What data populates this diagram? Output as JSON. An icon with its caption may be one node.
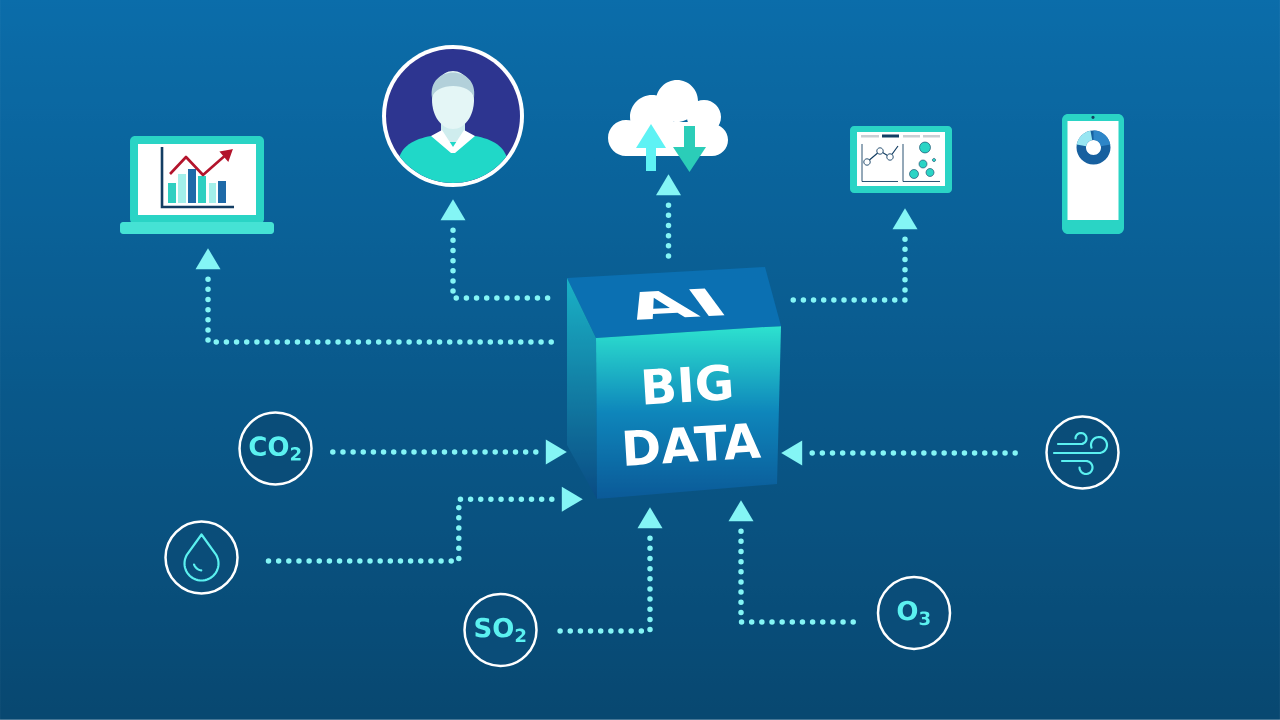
{
  "diagram": {
    "nodes": [
      {
        "text": [],
        "shape": "picture"
      },
      {
        "text": [],
        "shape": "person"
      },
      {
        "text": [],
        "shape": "cloud"
      },
      {
        "text": [],
        "shape": "picture"
      },
      {
        "text": [],
        "shape": "picture"
      },
      {
        "text": [
          "AI",
          "BIG DATA"
        ]
      },
      {
        "text": [
          "CO$_{2}$"
        ]
      },
      {
        "text": [],
        "shape": "circle"
      },
      {
        "text": [],
        "shape": "circle"
      },
      {
        "text": [
          "SO$_{2}$"
        ]
      },
      {
        "text": [
          "O$_{3}$"
        ]
      }
    ],
    "edges": [
      {
        "from": 5,
        "to": 0,
        "arrow": "to"
      },
      {
        "from": 5,
        "to": 1,
        "arrow": "to"
      },
      {
        "from": 5,
        "to": 2,
        "arrow": "to"
      },
      {
        "from": 5,
        "to": 3,
        "arrow": "to"
      },
      {
        "from": 6,
        "to": 5,
        "arrow": "to"
      },
      {
        "from": 8,
        "to": 5,
        "arrow": "to"
      },
      {
        "from": 9,
        "to": 5,
        "arrow": "to"
      },
      {
        "from": 10,
        "to": 5,
        "arrow": "to"
      },
      {
        "from": 7,
        "to": 5,
        "arrow": "to"
      }
    ]
  }
}
